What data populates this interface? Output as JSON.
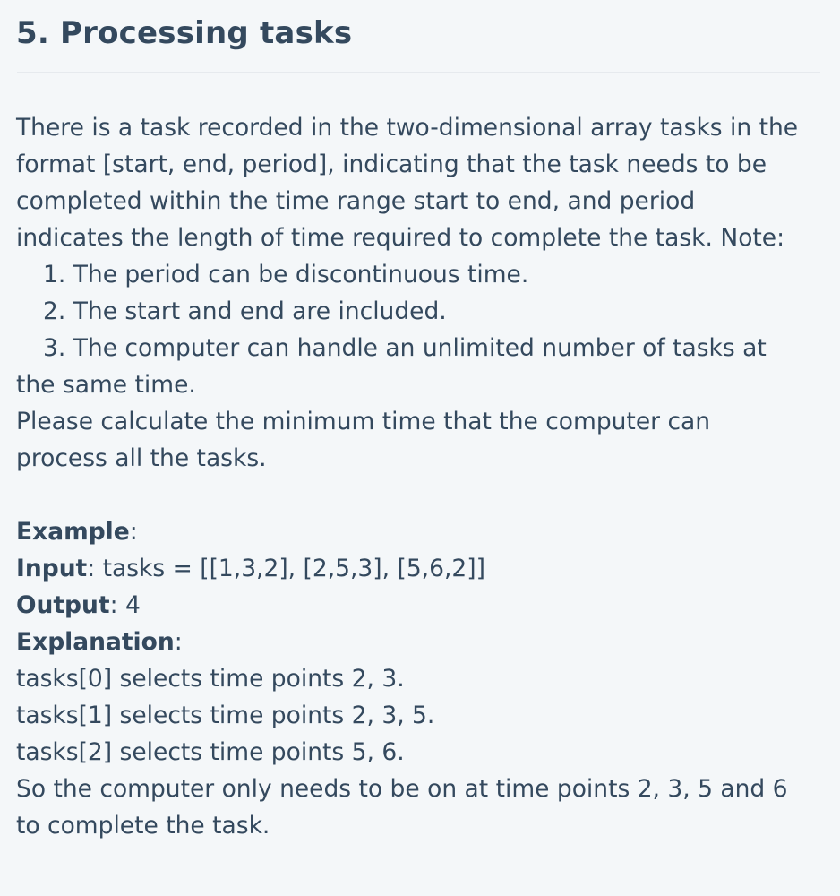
{
  "problem": {
    "title": "5. Processing tasks",
    "description_lines": [
      "There is a task recorded in the two-dimensional array tasks in the",
      "format [start, end, period], indicating that the task needs to be",
      "completed within the time range start to end, and period",
      "indicates the length of time required to complete the task. Note:"
    ],
    "notes": [
      "1. The period can be discontinuous time.",
      "2. The start and end are included.",
      "3. The computer can handle an unlimited number of tasks at"
    ],
    "note_continuation": "the same time.",
    "request_lines": [
      "Please calculate the minimum time that the computer can",
      "process all the tasks."
    ]
  },
  "example": {
    "heading": "Example",
    "input_label": "Input",
    "input_value": " tasks = [[1,3,2], [2,5,3], [5,6,2]]",
    "output_label": "Output",
    "output_value": " 4",
    "explanation_label": "Explanation",
    "separator": ":",
    "explanation_lines": [
      "tasks[0] selects time points 2, 3.",
      "tasks[1] selects time points 2, 3, 5.",
      "tasks[2] selects time points 5, 6.",
      "So the computer only needs to be on at time points 2, 3, 5 and 6",
      "to complete the task."
    ]
  }
}
